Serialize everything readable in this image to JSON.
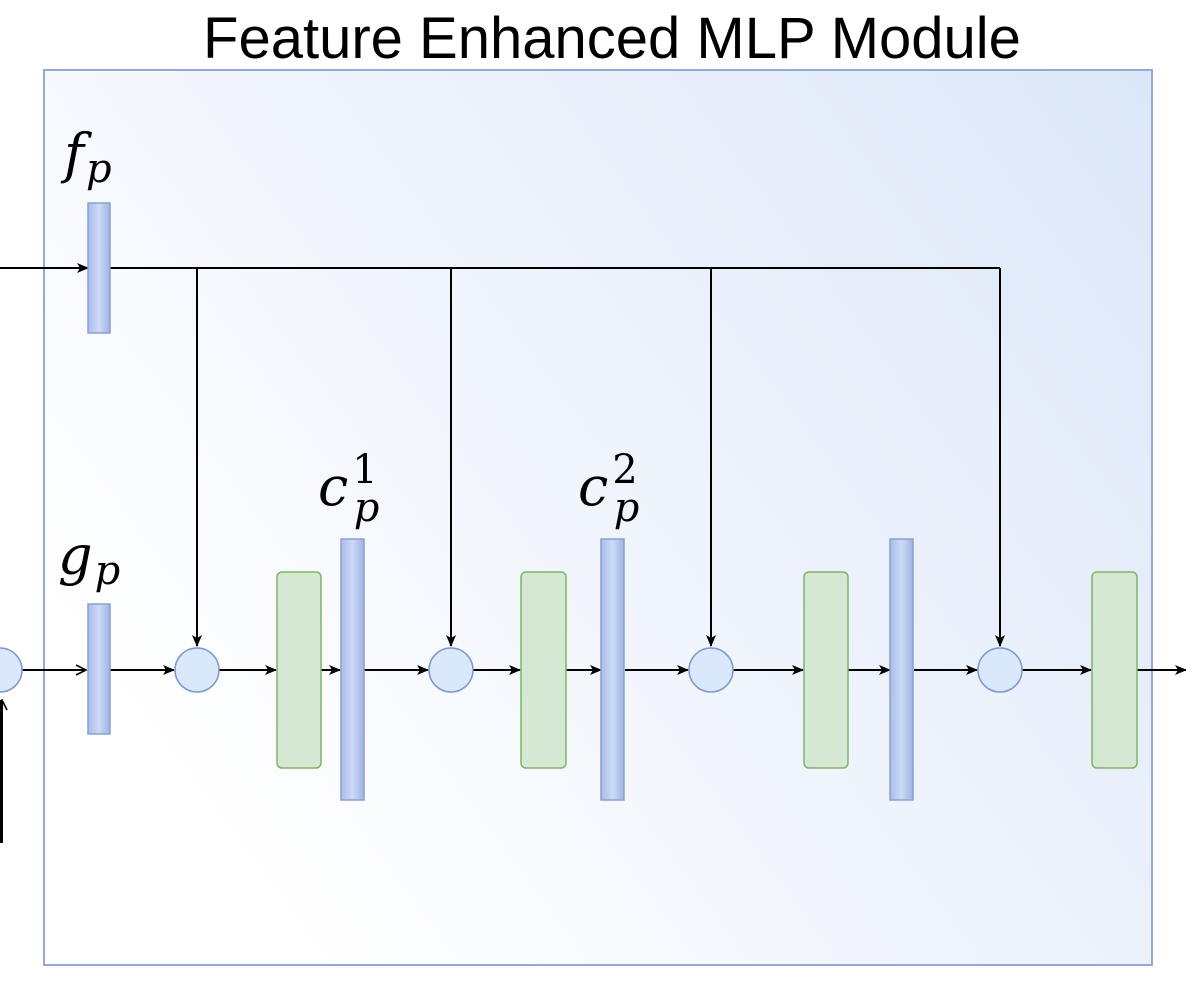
{
  "title": "Feature Enhanced MLP Module",
  "labels": {
    "f_main": "f",
    "f_sub": "p",
    "g_main": "g",
    "g_sub": "p",
    "c1_main": "c",
    "c1_sub": "p",
    "c1_sup": "1",
    "c2_main": "c",
    "c2_sub": "p",
    "c2_sup": "2"
  },
  "colors": {
    "module_border": "#94a9d6",
    "bar_fill": "#b7c9ef",
    "green_block": "#d5e8d4",
    "node": "#dae8fc"
  }
}
